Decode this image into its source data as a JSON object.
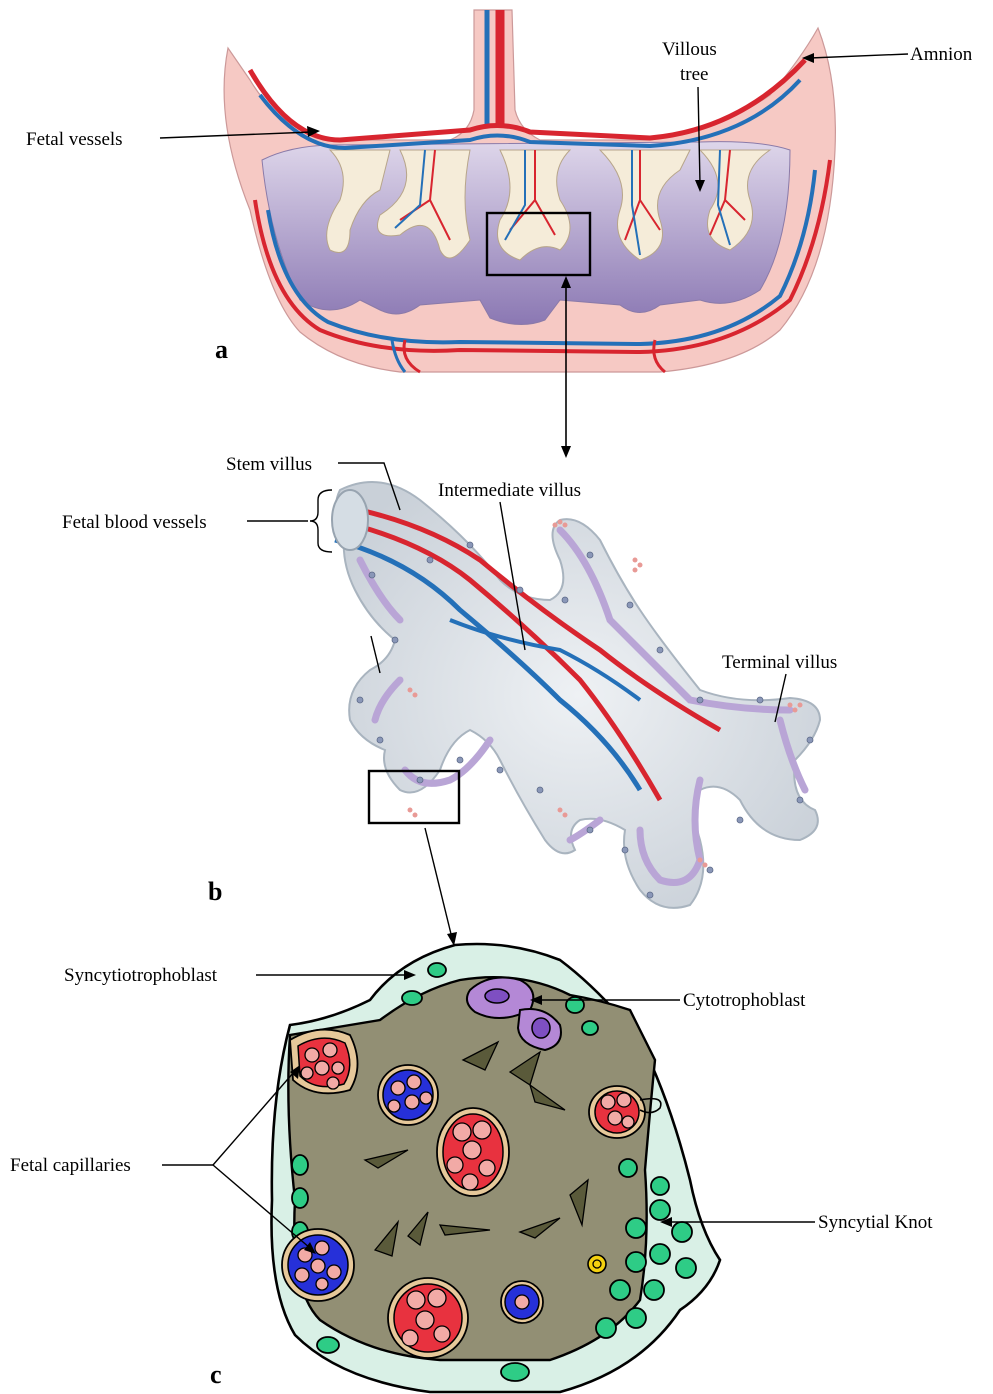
{
  "panels": {
    "a": {
      "letter": "a",
      "labels": {
        "fetal_vessels": "Fetal vessels",
        "villous_tree_1": "Villous",
        "villous_tree_2": "tree",
        "amnion": "Amnion"
      }
    },
    "b": {
      "letter": "b",
      "labels": {
        "stem_villus": "Stem villus",
        "intermediate_villus": "Intermediate villus",
        "fetal_blood_vessels": "Fetal blood vessels",
        "terminal_villus": "Terminal villus"
      }
    },
    "c": {
      "letter": "c",
      "labels": {
        "syncytiotrophoblast": "Syncytiotrophoblast",
        "cytotrophoblast": "Cytotrophoblast",
        "fetal_capillaries": "Fetal capillaries",
        "syncytial_knot": "Syncytial Knot"
      }
    }
  },
  "colors": {
    "artery": "#d8252f",
    "vein": "#2470b8",
    "placenta_base": "#f6c9c4",
    "intervillous": "#a99ac8",
    "villus_stroma": "#dfe5ea",
    "villus_vessel": "#b9a5d6",
    "stroma_c": "#928f74",
    "syncytium": "#d9f0e6",
    "nucleus": "#2ecc86",
    "cyto": "#b488d6",
    "rbc": "#f2aaa6",
    "cap_red": "#e8323f",
    "cap_blue": "#2630d9",
    "endothelium": "#e6c89a"
  }
}
